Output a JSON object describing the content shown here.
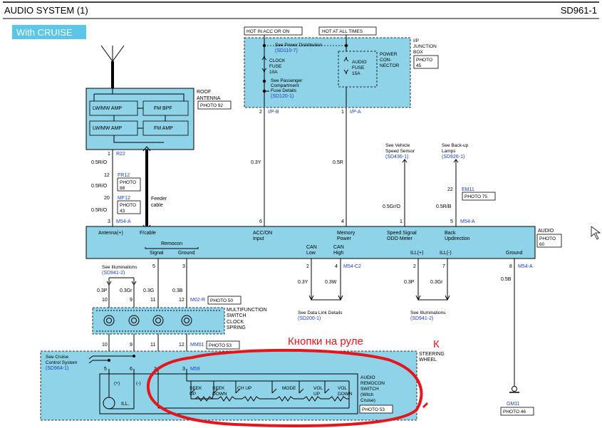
{
  "header": {
    "title": "AUDIO SYSTEM (1)",
    "code": "SD961-1"
  },
  "variant_label": "With CRUISE",
  "power": {
    "hot_acc_on": "HOT IN ACC OR ON",
    "hot_all_times": "HOT AT ALL TIMES",
    "see_power_distribution": "See Power Distribution",
    "see_power_distribution_ref": "(SD110-7)",
    "clock_fuse": [
      "CLOCK",
      "FUSE",
      "10A"
    ],
    "audio_fuse": [
      "AUDIO",
      "FUSE",
      "15A"
    ],
    "power_connector": [
      "POWER",
      "CON-",
      "NECTOR"
    ],
    "see_passenger_fuse": [
      "See Passenger",
      "Compartment",
      "Fuse Details"
    ],
    "see_passenger_fuse_ref": "(SD120-1)",
    "junction_box": [
      "I/P",
      "JUNCTION",
      "BOX"
    ],
    "junction_photo": [
      "PHOTO",
      "45"
    ],
    "pin_b": "2",
    "conn_b": "I/P-B",
    "pin_a": "1",
    "conn_a": "I/P-A"
  },
  "antenna": {
    "label": [
      "ROOF",
      "ANTENNA"
    ],
    "photo": "PHOTO 92",
    "amp1": "LW/MW AMP",
    "bpf": "FM BPF",
    "amp2": "LW/MW AMP",
    "fmamp": "FM AMP",
    "pin_r22": "1",
    "conn_r22": "R22",
    "wire1": "0.5R/O",
    "pin_fr12": "12",
    "conn_fr12": "FR12",
    "photo_fr12": [
      "PHOTO",
      "88"
    ],
    "wire2": "0.5R/O",
    "pin_mf12": "20",
    "conn_mf12": "MF12",
    "photo_mf12": [
      "PHOTO",
      "43"
    ],
    "wire3": "0.5R/O",
    "pin_m54": "3",
    "conn_m54": "M54-A",
    "feeder": [
      "Feeder",
      "cable"
    ]
  },
  "wires_top": {
    "acc_wire": "0.3Y",
    "acc_pin": "6",
    "mem_wire": "0.5R",
    "mem_pin": "4",
    "speed_see": [
      "See Vehicle",
      "Speed Sensor"
    ],
    "speed_ref": "(SD436-1)",
    "speed_wire": "0.5Gr/O",
    "speed_pin": "1",
    "backup_see": [
      "See Back-up",
      "Lamps"
    ],
    "backup_ref": "(SD926-1)",
    "backup_pin": "22",
    "backup_conn": "EM11",
    "backup_photo": "PHOTO 75",
    "backup_wire": "0.5R/B",
    "backup_pin2": "5",
    "backup_conn2": "M54-A"
  },
  "audio": {
    "label": "AUDIO",
    "photo": [
      "PHOTO",
      "60"
    ],
    "antenna": "Antenna(+)",
    "fcable": "F/cable",
    "acc": [
      "ACC/ON",
      "Input"
    ],
    "memory": [
      "Memory",
      "Power"
    ],
    "speed": [
      "Speed Signal",
      "ODO Meter"
    ],
    "back": [
      "Back",
      "Updirection"
    ],
    "remocon": "Remocon",
    "signal": "Signal",
    "ground_r": "Ground",
    "can_low": [
      "CAN",
      "Low"
    ],
    "can_high": [
      "CAN",
      "High"
    ],
    "ill_p": "ILL(+)",
    "ill_m": "ILL(-)",
    "ground": "Ground"
  },
  "wires_bottom": {
    "see_ill": "See Illuminations",
    "see_ill_ref": "(SD941-2)",
    "pin_5": "5",
    "pin_3": "3",
    "pin_can_l": "2",
    "pin_can_h": "4",
    "conn_can": "M54-C2",
    "can_l_wire": "0.3Y",
    "can_h_wire": "0.3W",
    "see_data_link": "See Data Link Details",
    "see_data_link_ref": "(SD200-1)",
    "pin_ill_p": "2",
    "pin_ill_m": "7",
    "ill_p_wire": "0.3P",
    "ill_m_wire": "0.3Gr",
    "see_ill2": "See Illuminations",
    "see_ill2_ref": "(SD941-2)",
    "pin_gnd": "8",
    "conn_gnd": "M54-A",
    "gnd_wire": "0.5B",
    "gnd_conn": "GM11",
    "gnd_photo": "PHOTO 46",
    "w_03p": "0.3P",
    "w_03gr": "0.3Gr",
    "w_03g": "0.3G",
    "w_03b": "0.3B",
    "m02_pins": [
      "10",
      "9",
      "11",
      "12"
    ],
    "m02_conn": "M02-R",
    "m02_photo": "PHOTO 50",
    "mm01_pins": [
      "10",
      "9",
      "11",
      "12"
    ],
    "mm01_conn": "MM01",
    "mm01_photo": "PHOTO 53"
  },
  "clock_spring": {
    "label": [
      "CLOCK",
      "SPRING"
    ],
    "mfs": [
      "MULTIFUNCTION",
      "SWITCH"
    ]
  },
  "steering": {
    "label": [
      "STEERING",
      "WHEEL"
    ],
    "see_cruise": [
      "See Cruise",
      "Control System"
    ],
    "see_cruise_ref": "(SD964-1)",
    "pins_left": [
      "5",
      "6"
    ],
    "pins_right": [
      "2",
      "3"
    ],
    "conn": "M59",
    "ill_plus": "(+)",
    "ill_minus": "(-)",
    "ill": "ILL.",
    "remocon_label": [
      "AUDIO",
      "REMOCON",
      "SWITCH",
      "(Witch",
      "Cruise)"
    ],
    "remocon_photo": "PHOTO 53",
    "buttons": [
      [
        "SEEK",
        "UP"
      ],
      [
        "SEEK",
        "DOWN"
      ],
      [
        "CH UP"
      ],
      [
        "MODE"
      ],
      [
        "VOL",
        "UP"
      ],
      [
        "VOL",
        "DOWN"
      ]
    ]
  },
  "annotation": {
    "text": "Кнопки на руле",
    "letter": "К",
    "color": "#e8141c"
  }
}
